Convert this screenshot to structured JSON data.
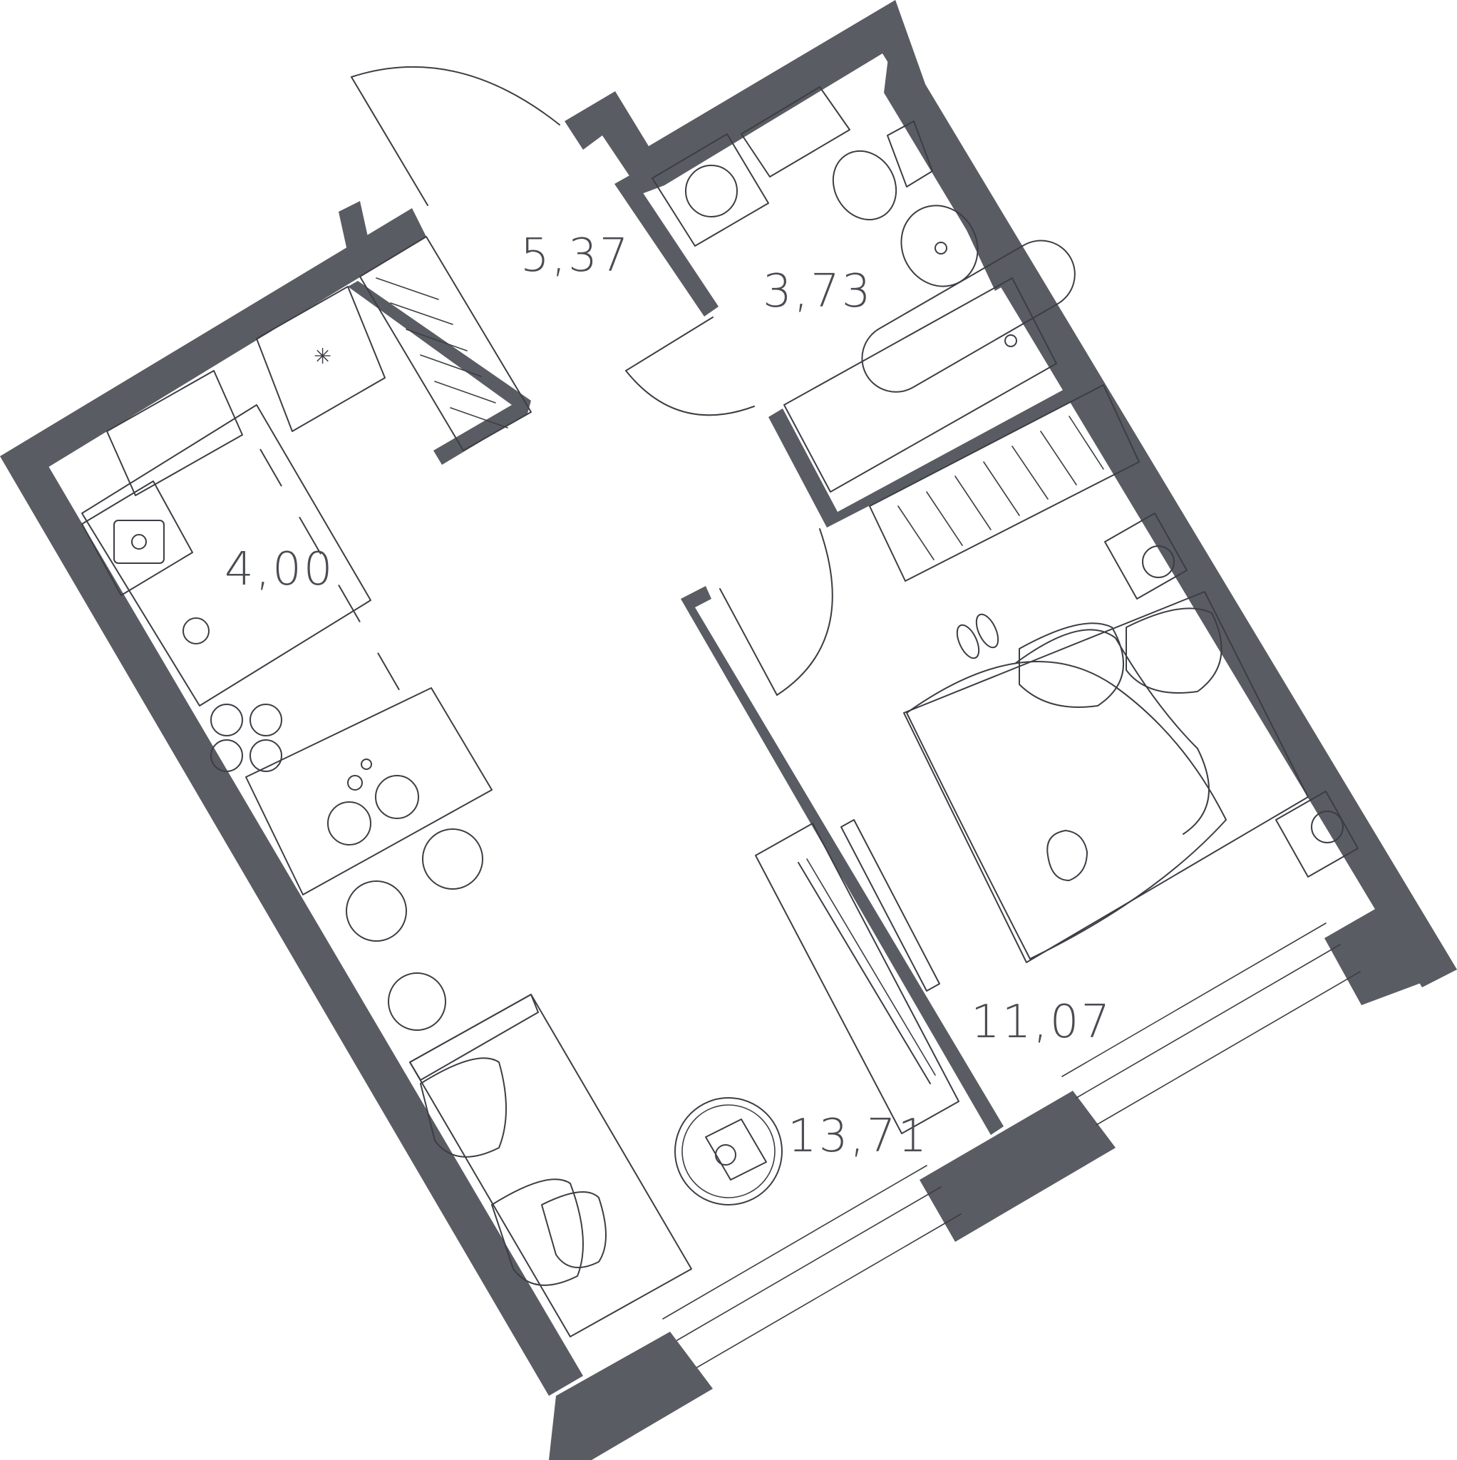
{
  "rooms": [
    {
      "id": "entrance-hall",
      "area": "5,37"
    },
    {
      "id": "bathroom",
      "area": "3,73"
    },
    {
      "id": "kitchen",
      "area": "4,00"
    },
    {
      "id": "living-room",
      "area": "13,71"
    },
    {
      "id": "bedroom",
      "area": "11,07"
    }
  ],
  "colors": {
    "wall": "#5a5c63",
    "line": "#3c3e44",
    "label": "#4a4c52",
    "background": "#ffffff"
  }
}
